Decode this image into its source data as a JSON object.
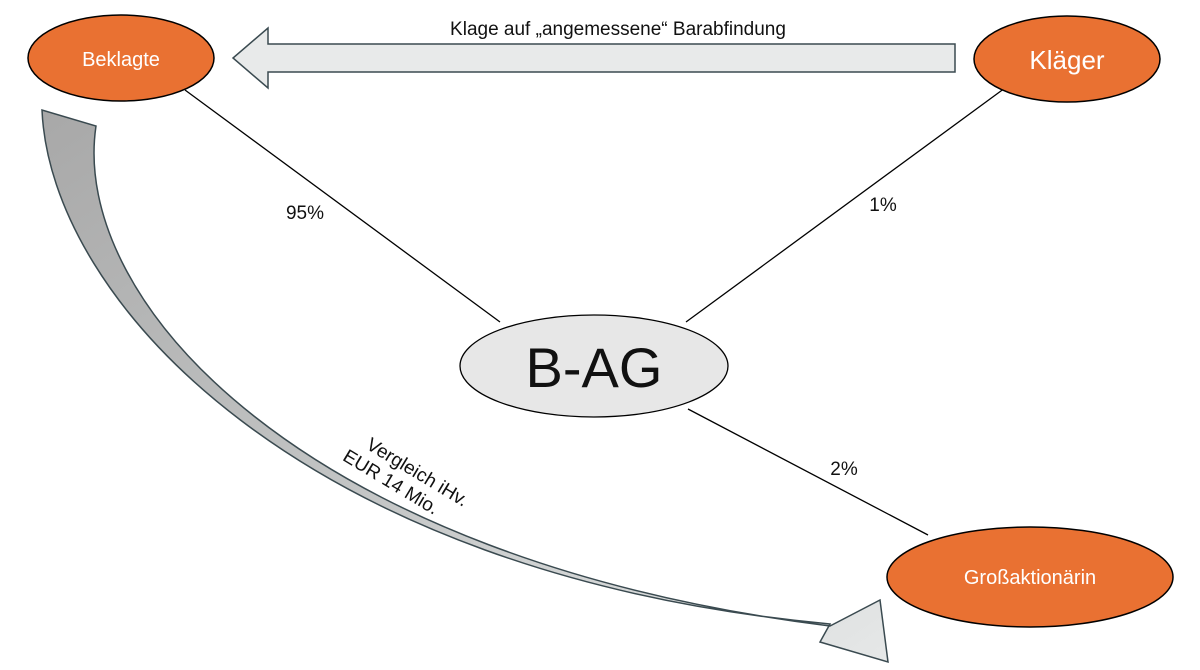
{
  "nodes": {
    "beklagte": "Beklagte",
    "klaeger": "Kläger",
    "grossaktionaerin": "Großaktionärin",
    "company": "B-AG"
  },
  "edges": {
    "beklagte_share": "95%",
    "klaeger_share": "1%",
    "grossaktionaerin_share": "2%"
  },
  "arrows": {
    "claim": "Klage auf „angemessene“ Barabfindung",
    "settlement_line1": "Vergleich iHv.",
    "settlement_line2": "EUR 14 Mio."
  },
  "colors": {
    "party_fill": "#E97132",
    "party_stroke": "#000000",
    "company_fill": "#E7E7E7",
    "arrow_fill": "#E8EAEA",
    "arrow_stroke": "#3A4A50"
  }
}
